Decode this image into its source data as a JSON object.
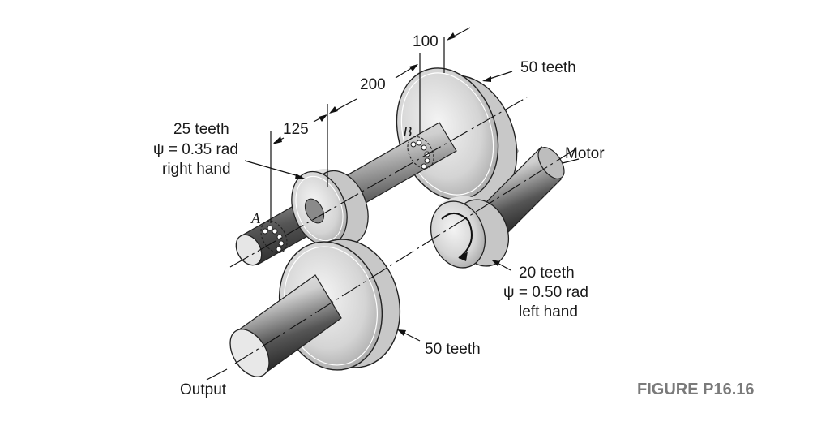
{
  "labels": {
    "dim_100": "100",
    "dim_200": "200",
    "dim_125": "125",
    "gear_b_teeth": "50 teeth",
    "gear_a_line1": "25 teeth",
    "gear_a_line2": "ψ = 0.35 rad",
    "gear_a_line3": "right hand",
    "bearing_a": "A",
    "bearing_b": "B",
    "motor": "Motor",
    "pinion_line1": "20 teeth",
    "pinion_line2": "ψ = 0.50 rad",
    "pinion_line3": "left hand",
    "output_gear_teeth": "50 teeth",
    "output": "Output",
    "figure_caption": "FIGURE P16.16"
  }
}
